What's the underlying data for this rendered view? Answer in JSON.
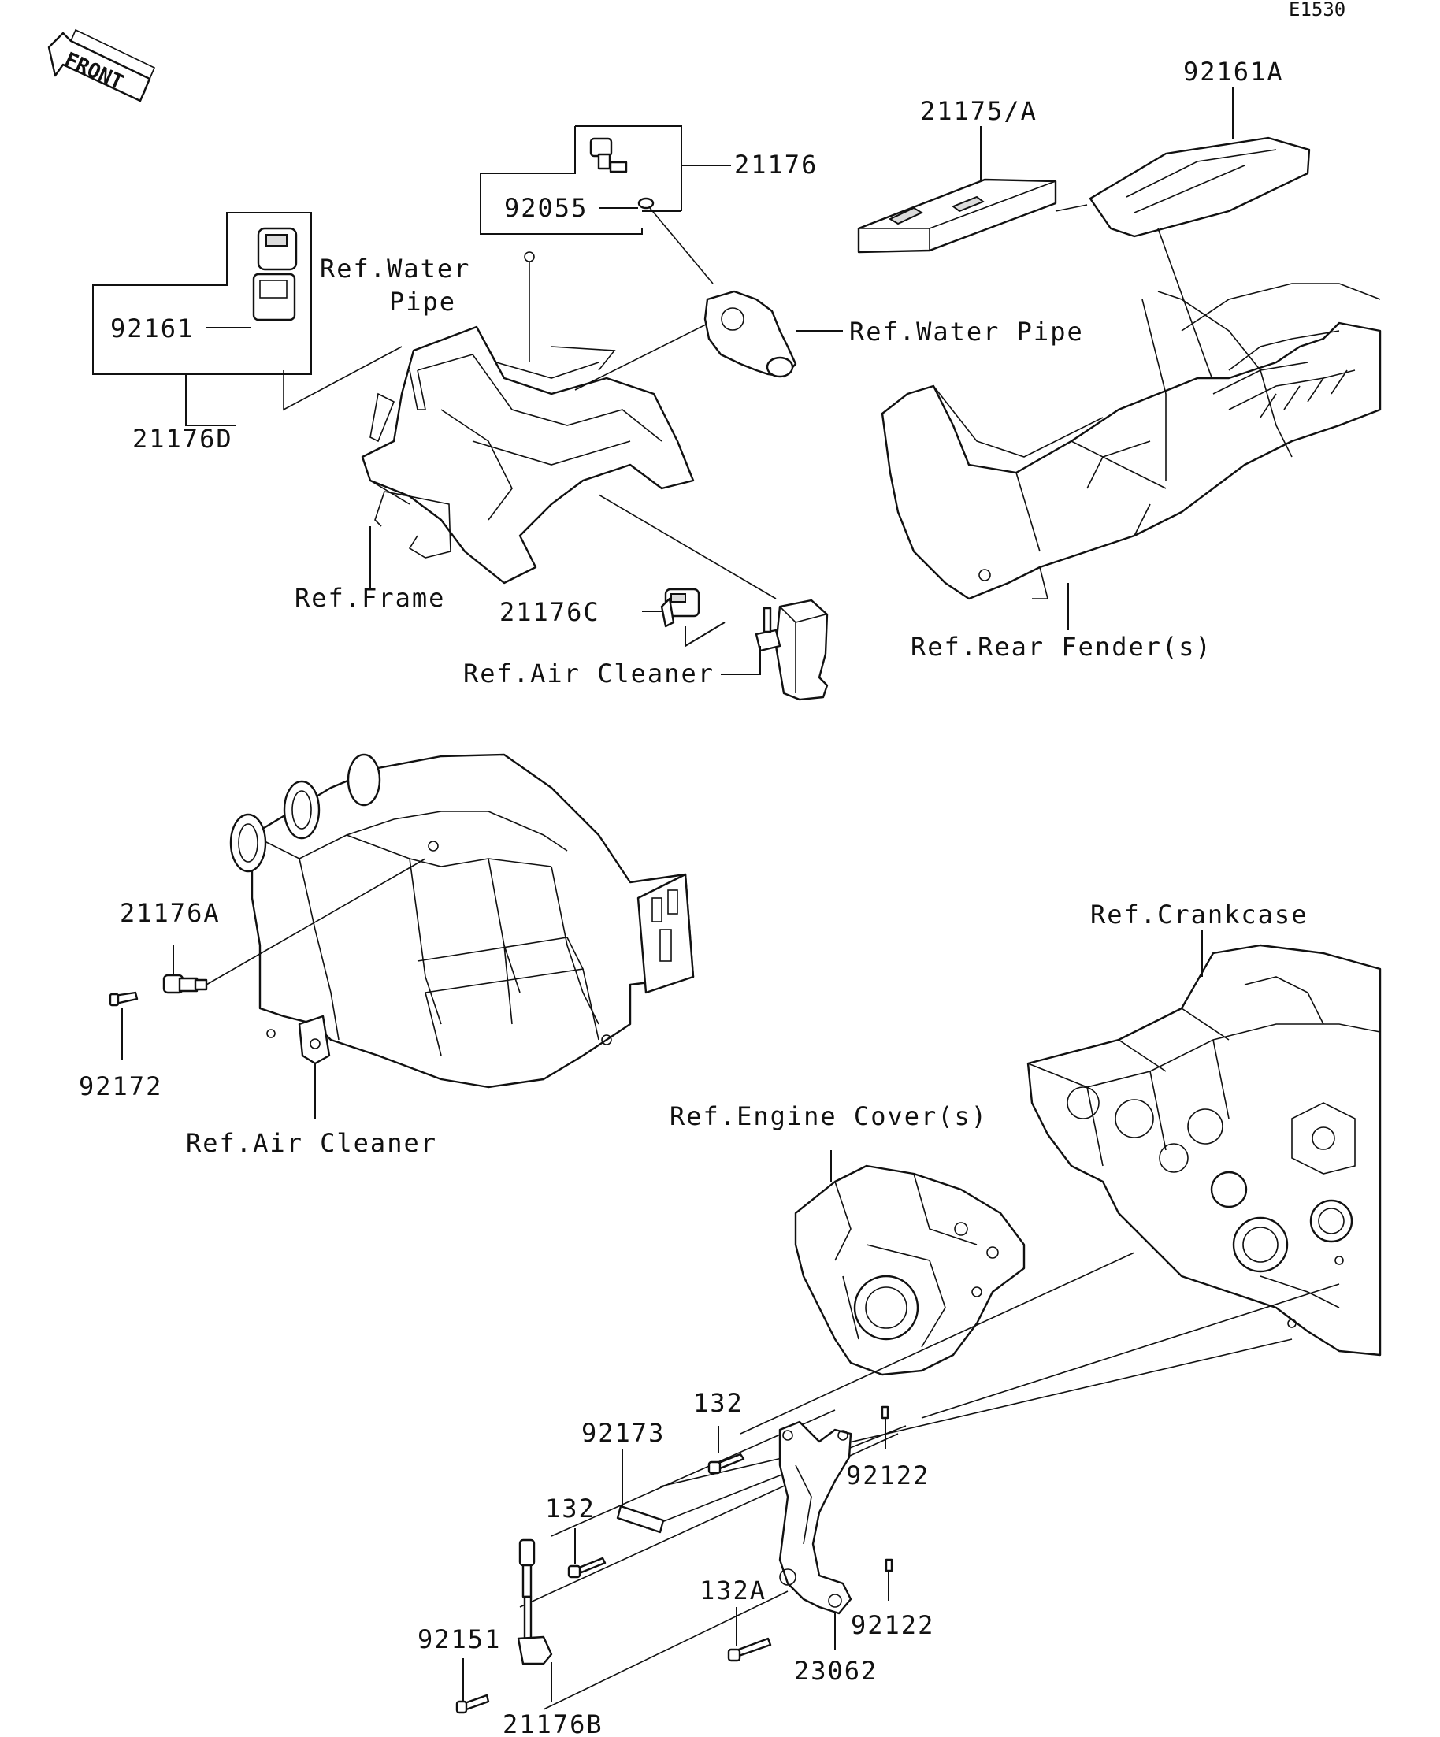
{
  "diagram_code": "E1530",
  "front_arrow_text": "FRONT",
  "labels": {
    "p92161A": "92161A",
    "p21175A": "21175/A",
    "p21176": "21176",
    "p92055": "92055",
    "refWaterPipe1a": "Ref.Water",
    "refWaterPipe1b": "Pipe",
    "p92161": "92161",
    "p21176D": "21176D",
    "refWaterPipe2": "Ref.Water Pipe",
    "refFrame": "Ref.Frame",
    "p21176C": "21176C",
    "refAirCleaner1": "Ref.Air Cleaner",
    "refRearFender": "Ref.Rear Fender(s)",
    "p21176A": "21176A",
    "p92172": "92172",
    "refAirCleaner2": "Ref.Air Cleaner",
    "refCrankcase": "Ref.Crankcase",
    "refEngineCover": "Ref.Engine Cover(s)",
    "p132a": "132",
    "p92173": "92173",
    "p92122a": "92122",
    "p132b": "132",
    "p132A": "132A",
    "p92122b": "92122",
    "p92151": "92151",
    "p23062": "23062",
    "p21176B": "21176B"
  }
}
